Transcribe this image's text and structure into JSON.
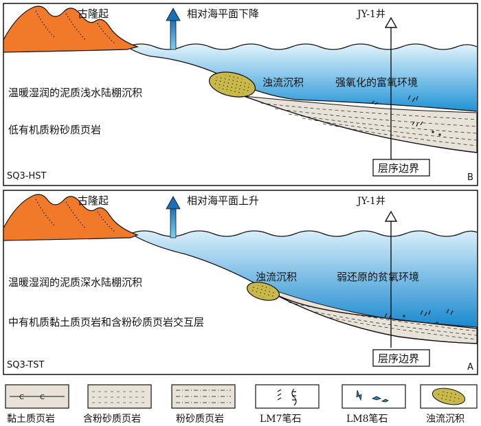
{
  "panels": [
    {
      "id": "B",
      "uplift_label": "古隆起",
      "sea_level_label": "相对海平面下降",
      "well_label": "JY-1井",
      "turbidite_label": "浊流沉积",
      "environment_label": "强氧化的富氧环境",
      "facies_label": "温暖湿润的泥质浅水陆棚沉积",
      "lithology_label": "低有机质粉砂质页岩",
      "sequence_label": "SQ3-HST",
      "boundary_label": "层序边界",
      "panel_letter": "B"
    },
    {
      "id": "A",
      "uplift_label": "古隆起",
      "sea_level_label": "相对海平面上升",
      "well_label": "JY-1井",
      "turbidite_label": "浊流沉积",
      "environment_label": "弱还原的贫氧环境",
      "facies_label": "温暖湿润的泥质深水陆棚沉积",
      "lithology_label": "中有机质黏土质页岩和含粉砂质页岩交互层",
      "sequence_label": "SQ3-TST",
      "boundary_label": "层序边界",
      "panel_letter": "A"
    }
  ],
  "legend": [
    {
      "key": "clay-shale",
      "label": "黏土质页岩"
    },
    {
      "key": "silty-bearing-shale",
      "label": "含粉砂质页岩"
    },
    {
      "key": "silty-shale",
      "label": "粉砂质页岩"
    },
    {
      "key": "lm7-graptolite",
      "label": "LM7笔石"
    },
    {
      "key": "lm8-graptolite",
      "label": "LM8笔石"
    },
    {
      "key": "turbidite",
      "label": "浊流沉积"
    }
  ],
  "colors": {
    "uplift": "#f07a2a",
    "sea_top": "#d8eefa",
    "sea_bottom": "#1f93d6",
    "sediment": "#e9e2d9",
    "turbidite": "#c9b84a",
    "arrow": "#3a9fe0"
  },
  "icons": {
    "arrow": "up-arrow-icon",
    "well": "well-triangle-icon",
    "lm7": "lm7-graptolite-icon",
    "lm8": "lm8-graptolite-icon"
  }
}
